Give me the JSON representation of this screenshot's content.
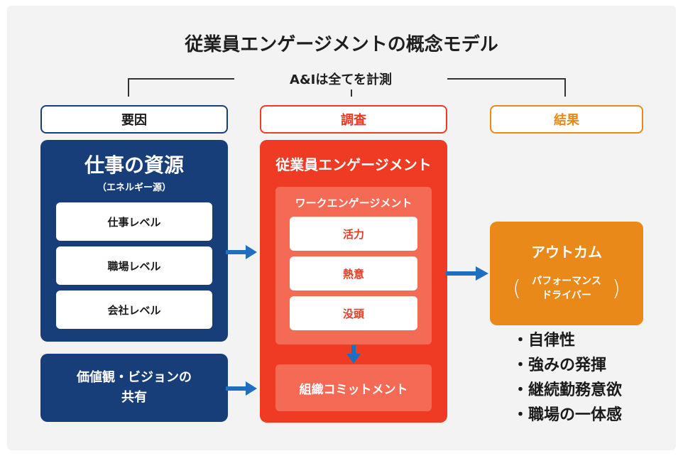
{
  "title": "従業員エンゲージメントの概念モデル",
  "measure_label": "A&Iは全てを計測",
  "headers": {
    "factors": "要因",
    "survey": "調査",
    "results": "結果"
  },
  "resources": {
    "title": "仕事の資源",
    "subtitle": "（エネルギー源）",
    "levels": [
      "仕事レベル",
      "職場レベル",
      "会社レベル"
    ]
  },
  "values_box": {
    "line1": "価値観・ビジョンの",
    "line2": "共有"
  },
  "engagement": {
    "title": "従業員エンゲージメント",
    "work_title": "ワークエンゲージメント",
    "work_items": [
      "活力",
      "熱意",
      "没頭"
    ],
    "commitment": "組織コミットメント"
  },
  "outcome": {
    "title": "アウトカム",
    "sub_line1": "パフォーマンス",
    "sub_line2": "ドライバー"
  },
  "bullets": [
    "・自律性",
    "・強みの発揮",
    "・継続勤務意欲",
    "・職場の一体感"
  ],
  "colors": {
    "navy": "#183e7a",
    "red": "#ef3b24",
    "orange": "#e8891a",
    "arrow_blue": "#1f6fc0"
  }
}
